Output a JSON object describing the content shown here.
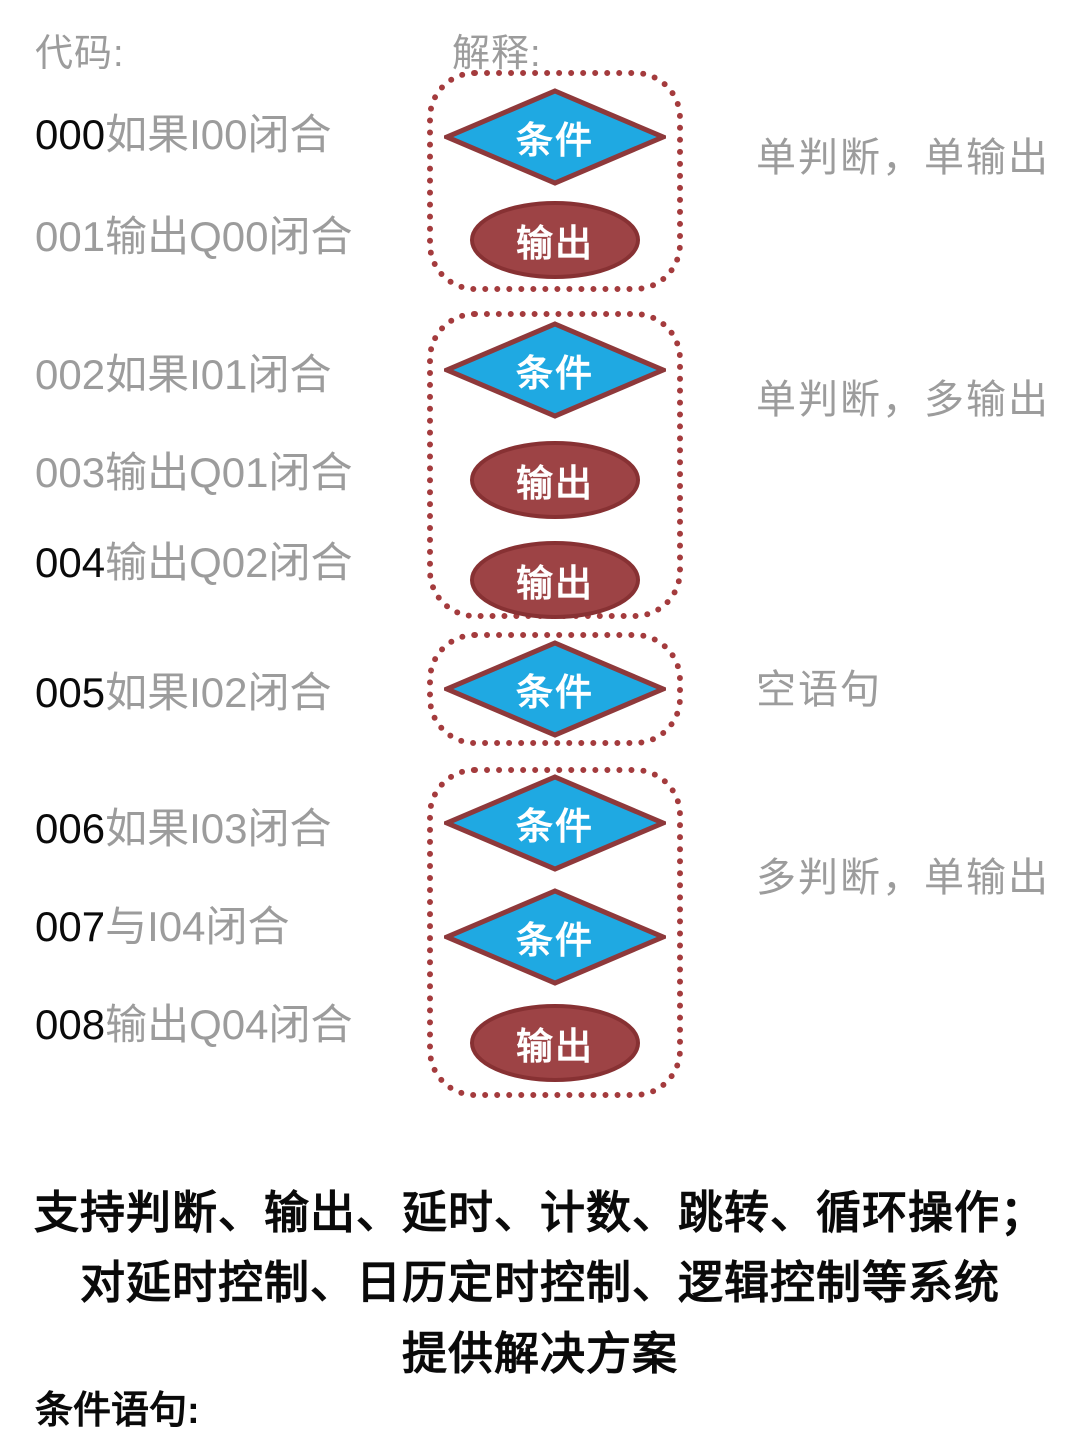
{
  "headers": {
    "code_label": "代码:",
    "explain_label": "解释:"
  },
  "code": {
    "lines": [
      {
        "num": "000",
        "num_style": "black",
        "text": "如果I00闭合"
      },
      {
        "num": "001",
        "num_style": "gray",
        "text": "输出Q00闭合"
      },
      {
        "num": "002",
        "num_style": "gray",
        "text": "如果I01闭合"
      },
      {
        "num": "003",
        "num_style": "gray",
        "text": "输出Q01闭合"
      },
      {
        "num": "004",
        "num_style": "black",
        "text": "输出Q02闭合"
      },
      {
        "num": "005",
        "num_style": "black",
        "text": "如果I02闭合"
      },
      {
        "num": "006",
        "num_style": "black",
        "text": "如果I03闭合"
      },
      {
        "num": "007",
        "num_style": "black",
        "text": "与I04闭合"
      },
      {
        "num": "008",
        "num_style": "black",
        "text": "输出Q04闭合"
      }
    ]
  },
  "shape_labels": {
    "condition": "条件",
    "output": "输出"
  },
  "groups": [
    {
      "label": "单判断，单输出"
    },
    {
      "label": "单判断，多输出"
    },
    {
      "label": "空语句"
    },
    {
      "label": "多判断，单输出"
    }
  ],
  "footer": {
    "line1": "支持判断、输出、延时、计数、跳转、循环操作；",
    "line2": "对延时控制、日历定时控制、逻辑控制等系统",
    "line3": "提供解决方案",
    "section_label": "条件语句:"
  },
  "colors": {
    "gray_text": "#9C9C9C",
    "black_text": "#0a0a0a",
    "diamond_fill": "#1FA9E2",
    "diamond_stroke": "#8E393B",
    "ellipse_fill": "#9D4345",
    "ellipse_stroke": "#873133",
    "dashed_border": "#A43B3D",
    "shape_text": "#ffffff"
  }
}
